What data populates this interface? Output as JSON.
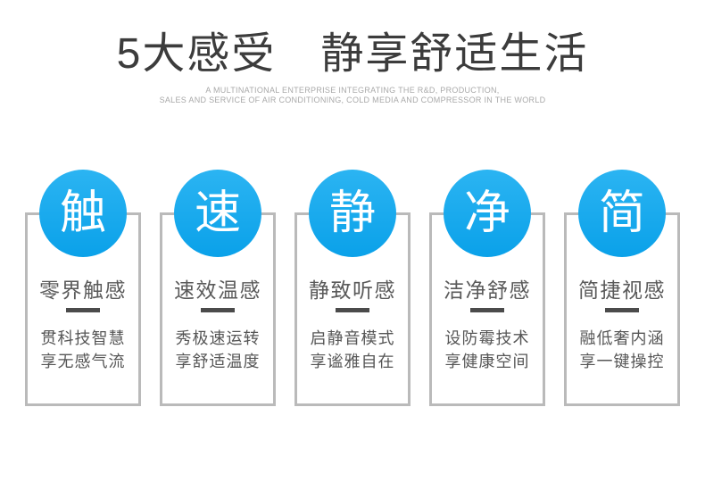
{
  "header": {
    "title": "5大感受　静享舒适生活",
    "subtitle_line1": "A MULTINATIONAL ENTERPRISE INTEGRATING THE R&D, PRODUCTION,",
    "subtitle_line2": "SALES AND SERVICE OF AIR CONDITIONING, COLD MEDIA AND COMPRESSOR IN THE WORLD"
  },
  "colors": {
    "accent_blue": "#10a8ee",
    "card_border": "#bababa",
    "divider_dark": "#4b4b4b",
    "heading_gray": "#5a5a5a",
    "body_gray": "#565656"
  },
  "cards": [
    {
      "badge": "触",
      "heading": "零界触感",
      "line1": "贯科技智慧",
      "line2": "享无感气流"
    },
    {
      "badge": "速",
      "heading": "速效温感",
      "line1": "秀极速运转",
      "line2": "享舒适温度"
    },
    {
      "badge": "静",
      "heading": "静致听感",
      "line1": "启静音模式",
      "line2": "享谧雅自在"
    },
    {
      "badge": "净",
      "heading": "洁净舒感",
      "line1": "设防霉技术",
      "line2": "享健康空间"
    },
    {
      "badge": "简",
      "heading": "简捷视感",
      "line1": "融低奢内涵",
      "line2": "享一键操控"
    }
  ]
}
